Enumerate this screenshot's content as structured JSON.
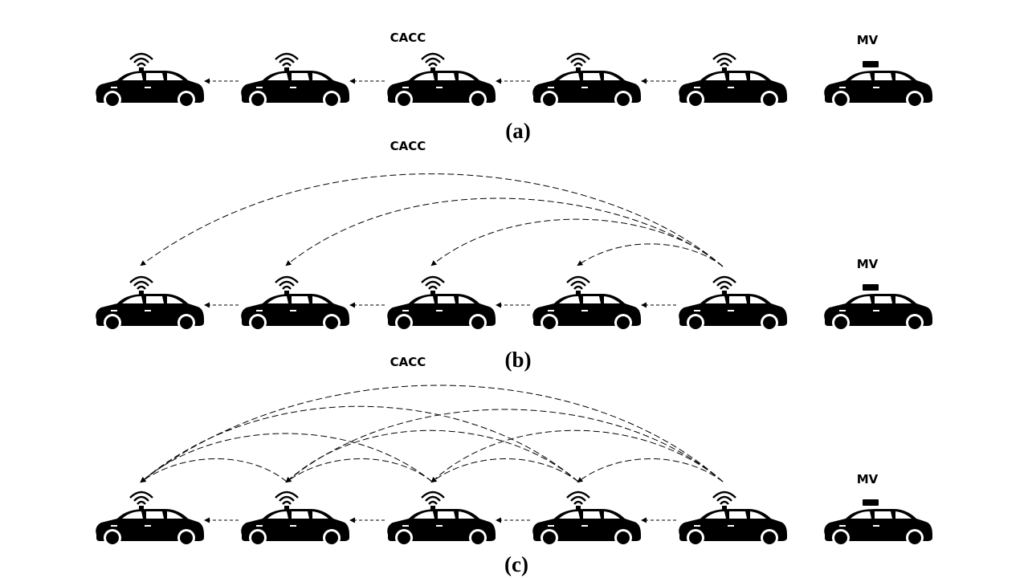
{
  "labels": {
    "cacc": "CACC",
    "mv": "MV"
  },
  "panels": [
    {
      "id": "a",
      "caption": "(a)",
      "topology": "predecessor-following"
    },
    {
      "id": "b",
      "caption": "(b)",
      "topology": "leader-broadcast"
    },
    {
      "id": "c",
      "caption": "(c)",
      "topology": "all-to-all"
    }
  ],
  "platoon": {
    "connected_vehicles_per_row": 5,
    "manual_vehicles_per_row": 1
  },
  "icons": {
    "connected_vehicle": "car-with-antenna-icon",
    "manual_vehicle": "car-icon",
    "signal": "wireless-signal-icon"
  },
  "colors": {
    "ink": "#000000",
    "background": "#ffffff"
  }
}
